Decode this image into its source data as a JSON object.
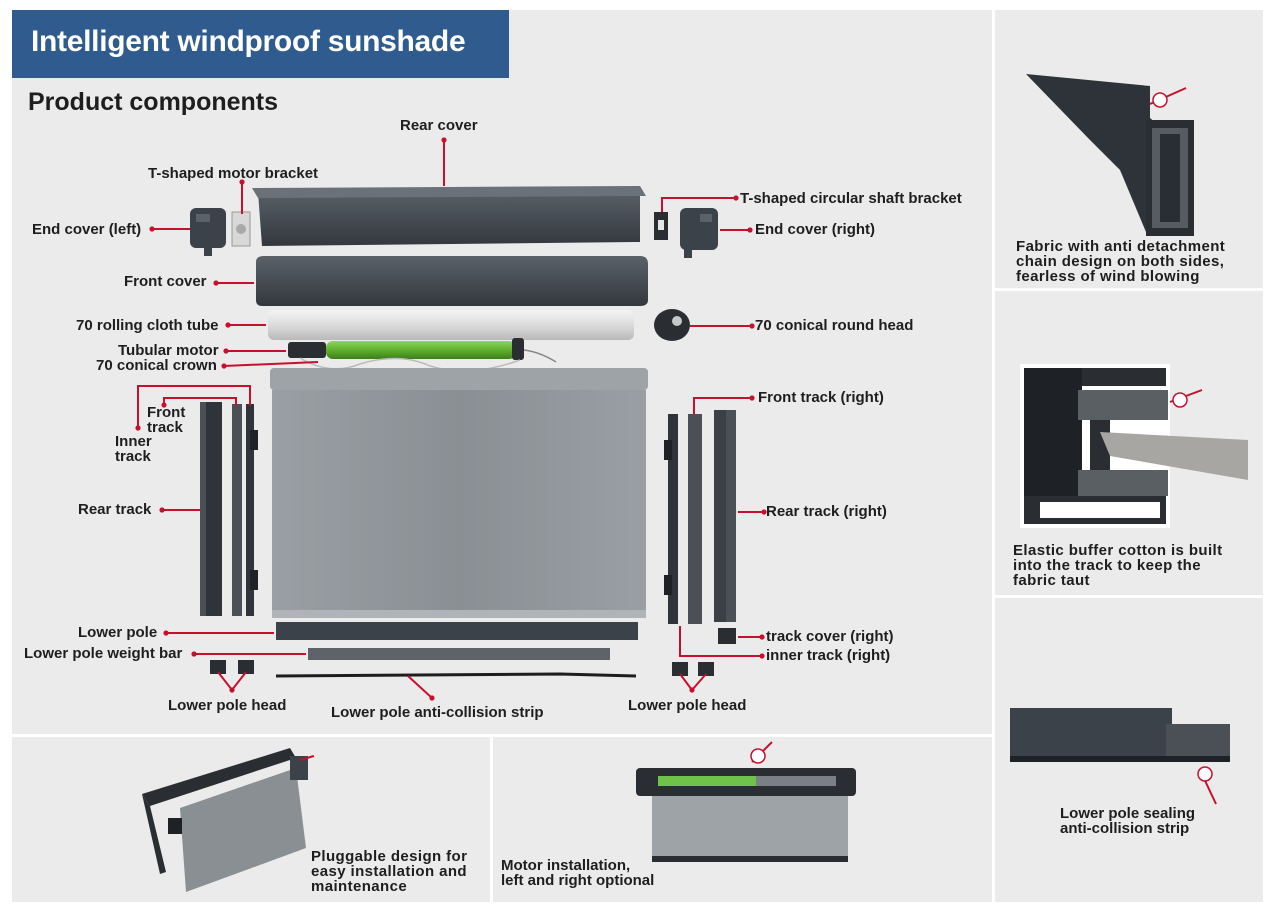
{
  "header": {
    "title": "Intelligent windproof sunshade",
    "subtitle": "Product components"
  },
  "labels": {
    "rear_cover": "Rear cover",
    "t_motor_bracket": "T-shaped motor bracket",
    "t_shaft_bracket": "T-shaped circular shaft bracket",
    "end_cover_left": "End cover (left)",
    "end_cover_right": "End cover (right)",
    "front_cover": "Front cover",
    "rolling_tube": "70 rolling cloth tube",
    "conical_round_head": "70 conical round head",
    "tubular_motor": "Tubular motor",
    "conical_crown": "70 conical crown",
    "front_track_l1": "Front",
    "front_track_l2": "track",
    "inner_track_l1": "Inner",
    "inner_track_l2": "track",
    "front_track_right": "Front track (right)",
    "rear_track": "Rear track",
    "rear_track_right": "Rear track (right)",
    "lower_pole": "Lower pole",
    "lower_pole_weight_bar": "Lower pole weight bar",
    "track_cover_right": "track cover (right)",
    "inner_track_right": "inner track (right)",
    "lower_pole_head_left": "Lower pole head",
    "anti_collision_strip": "Lower pole anti-collision strip",
    "lower_pole_head_right": "Lower pole head"
  },
  "captions": {
    "r1": [
      "Fabric with anti detachment",
      "chain design on both sides,",
      "fearless of wind blowing"
    ],
    "r2": [
      "Elastic buffer cotton is built",
      "into the track to keep the",
      "fabric taut"
    ],
    "r3": [
      "Lower pole sealing",
      "anti-collision strip"
    ],
    "b1": [
      "Pluggable design for",
      "easy installation and",
      "maintenance"
    ],
    "b2": [
      "Motor installation,",
      "left and right optional"
    ]
  },
  "colors": {
    "banner": "#2f5b8f",
    "leader": "#c8102e",
    "panel": "#ebebeb",
    "metal": "#3c4249",
    "fabric": "#8e9398",
    "motor": "#5fb130"
  }
}
